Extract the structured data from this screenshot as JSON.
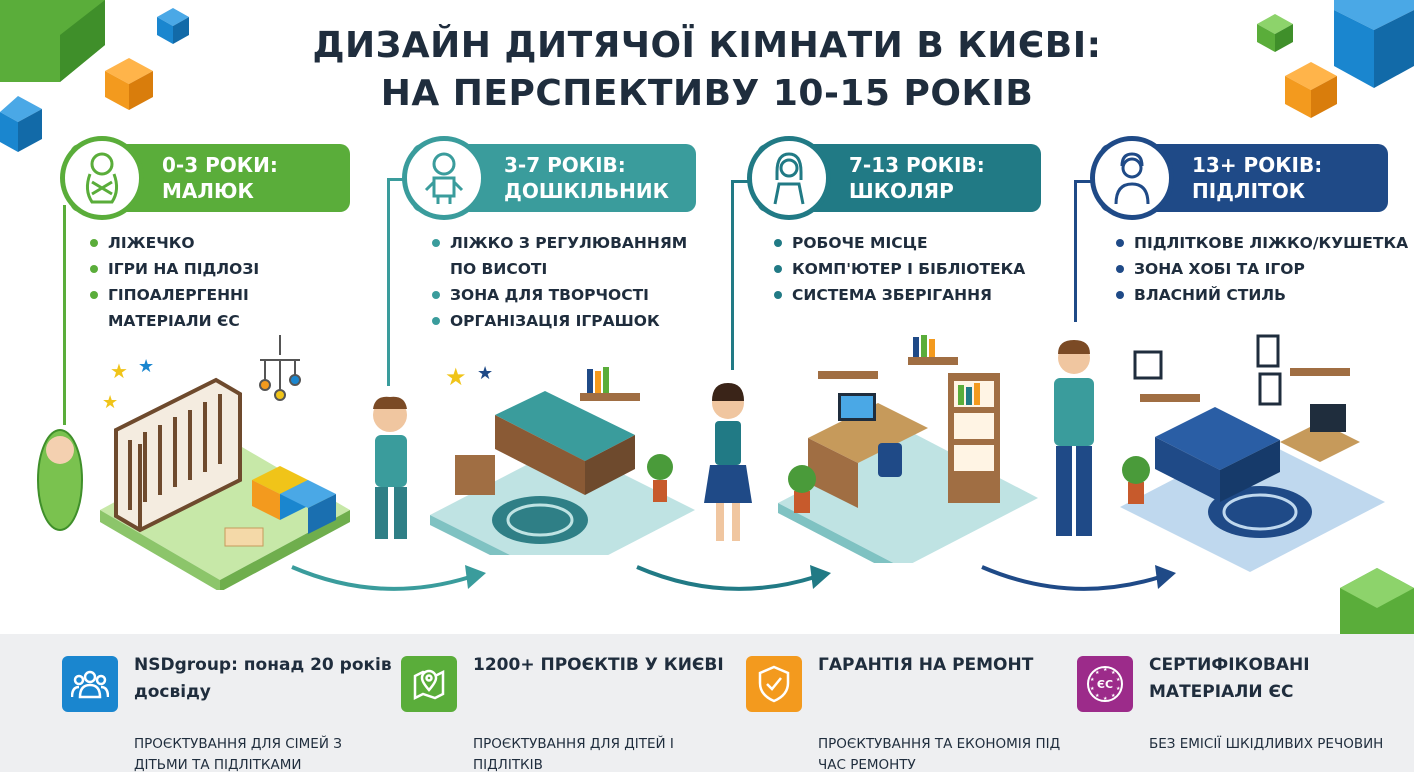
{
  "title": {
    "line1": "ДИЗАЙН ДИТЯЧОЇ КІМНАТИ В КИЄВІ:",
    "line2": "НА ПЕРСПЕКТИВУ 10-15 РОКІВ"
  },
  "colors": {
    "green": "#5aad3a",
    "teal": "#3a9c9c",
    "dark_teal": "#217a85",
    "navy": "#1f4a87",
    "orange": "#f39a1e",
    "blue": "#1a86cf",
    "purple": "#9c2b8a"
  },
  "stages": [
    {
      "age": "0-3 РОКИ:",
      "name": "МАЛЮК",
      "icon": "swaddled-baby-icon",
      "bullets": [
        "ЛІЖЕЧКО",
        "ІГРИ НА ПІДЛОЗІ",
        "ГІПОАЛЕРГЕННІ МАТЕРІАЛИ ЄС"
      ]
    },
    {
      "age": "3-7 РОКІВ:",
      "name": "ДОШКІЛЬНИК",
      "icon": "toddler-icon",
      "bullets": [
        "ЛІЖКО З РЕГУЛЮВАННЯМ ПО ВИСОТІ",
        "ЗОНА ДЛЯ ТВОРЧОСТІ",
        "ОРГАНІЗАЦІЯ ІГРАШОК"
      ]
    },
    {
      "age": "7-13 РОКІВ:",
      "name": "ШКОЛЯР",
      "icon": "schoolgirl-icon",
      "bullets": [
        "РОБОЧЕ МІСЦЕ",
        "КОМП'ЮТЕР І БІБЛІОТЕКА",
        "СИСТЕМА ЗБЕРІГАННЯ"
      ]
    },
    {
      "age": "13+ РОКІВ:",
      "name": "ПІДЛІТОК",
      "icon": "teenager-icon",
      "bullets": [
        "ПІДЛІТКОВЕ ЛІЖКО/КУШЕТКА",
        "ЗОНА ХОБІ ТА ІГОР",
        "ВЛАСНИЙ СТИЛЬ"
      ]
    }
  ],
  "features": [
    {
      "title": "NSDgroup: понад 20 років досвіду",
      "desc": "ПРОЄКТУВАННЯ ДЛЯ СІМЕЙ З ДІТЬМИ ТА ПІДЛІТКАМИ",
      "icon": "people-group-icon"
    },
    {
      "title": "1200+ ПРОЄКТІВ У КИЄВІ",
      "desc": "ПРОЄКТУВАННЯ ДЛЯ ДІТЕЙ І ПІДЛІТКІВ",
      "icon": "map-pin-icon"
    },
    {
      "title": "ГАРАНТІЯ НА РЕМОНТ",
      "desc": "ПРОЄКТУВАННЯ ТА ЕКОНОМІЯ ПІД ЧАС РЕМОНТУ",
      "icon": "shield-check-icon"
    },
    {
      "title": "СЕРТИФІКОВАНІ МАТЕРІАЛИ ЄС",
      "desc": "БЕЗ ЕМІСІЇ ШКІДЛИВИХ РЕЧОВИН",
      "icon": "eu-badge-icon",
      "badge_text": "ЄС"
    }
  ]
}
